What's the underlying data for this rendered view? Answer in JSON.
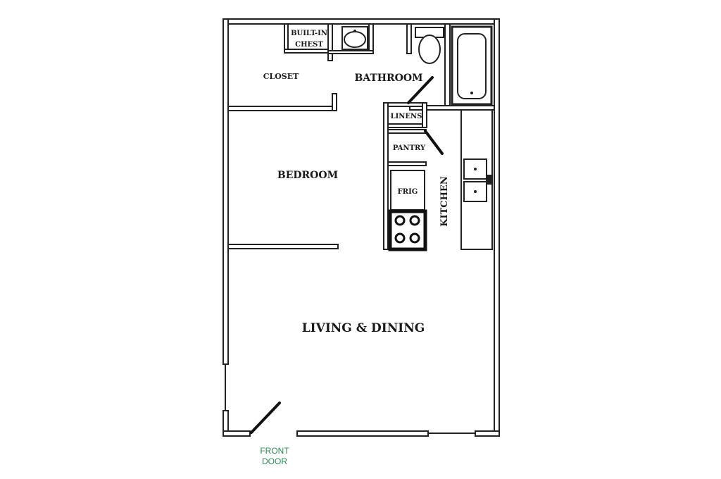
{
  "rooms": {
    "built_in_chest": "BUILT-IN CHEST",
    "built_in_line1": "BUILT-IN",
    "built_in_line2": "CHEST",
    "closet": "CLOSET",
    "bathroom": "BATHROOM",
    "linens": "LINENS",
    "pantry": "PANTRY",
    "bedroom": "BEDROOM",
    "frig": "FRIG",
    "kitchen": "KITCHEN",
    "living_dining": "LIVING & DINING"
  },
  "entrance": {
    "line1": "FRONT",
    "line2": "DOOR",
    "color": "#2e8b57"
  },
  "colors": {
    "wall_stroke": "#222222",
    "background": "#ffffff"
  }
}
